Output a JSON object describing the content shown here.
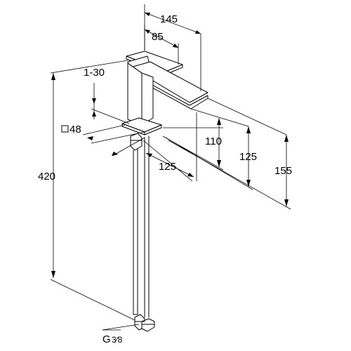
{
  "dimensions": {
    "total_depth": "145",
    "lever_length": "85",
    "lever_angle": "1-30",
    "base_size": "48",
    "total_height": "420",
    "spout_projection": "125",
    "spout_clearance": "110",
    "spout_height": "125",
    "overall_height": "155",
    "connection_thread": "G",
    "connection_fraction": "3⁄8"
  },
  "icons": {
    "base_size_symbol": "square-icon"
  },
  "colors": {
    "line": "#000000",
    "background": "#ffffff"
  }
}
